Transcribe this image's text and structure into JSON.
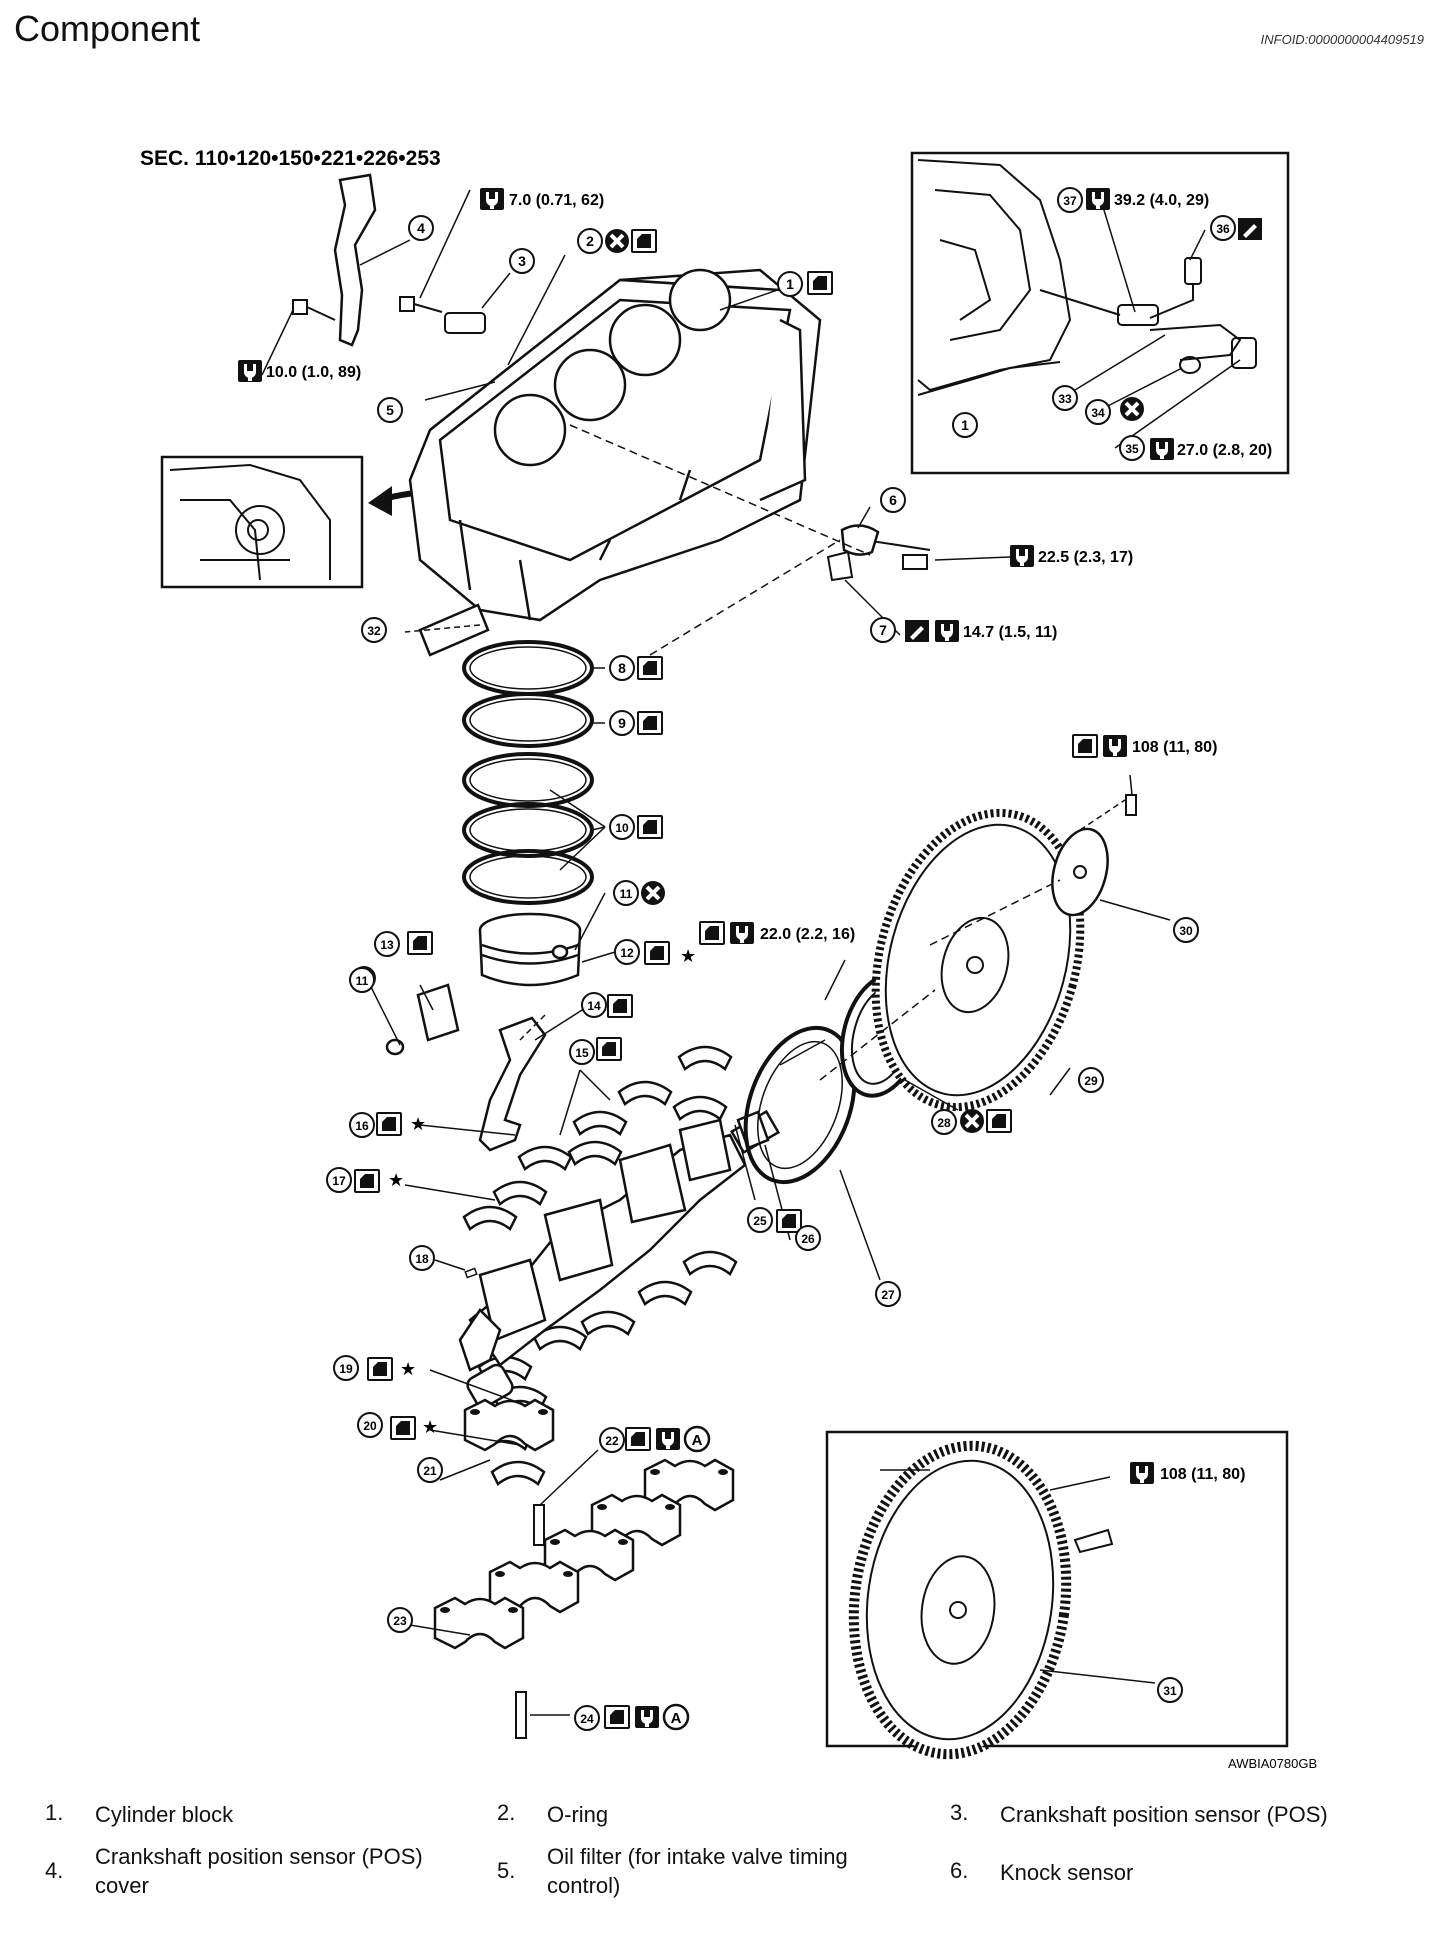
{
  "header": {
    "title": "Component",
    "infoid": "INFOID:0000000004409519"
  },
  "diagram": {
    "section": "SEC. 110•120•150•221•226•253",
    "figure_code": "AWBIA0780GB",
    "torques": {
      "t1": "7.0 (0.71, 62)",
      "t2": "10.0 (1.0, 89)",
      "t3": "39.2 (4.0, 29)",
      "t4": "27.0 (2.8, 20)",
      "t5": "22.5 (2.3, 17)",
      "t6": "14.7 (1.5, 11)",
      "t7": "108 (11, 80)",
      "t8": "22.0 (2.2, 16)",
      "t9": "108 (11, 80)"
    },
    "callouts": [
      "1",
      "2",
      "3",
      "4",
      "5",
      "6",
      "7",
      "8",
      "9",
      "10",
      "11",
      "11",
      "12",
      "13",
      "14",
      "15",
      "16",
      "17",
      "18",
      "19",
      "20",
      "21",
      "22",
      "23",
      "24",
      "25",
      "26",
      "27",
      "28",
      "29",
      "30",
      "31",
      "32",
      "33",
      "34",
      "35",
      "36",
      "37",
      "1"
    ],
    "symbols": {
      "a": "A",
      "star": "★"
    }
  },
  "legend": [
    {
      "num": "1.",
      "text": "Cylinder block"
    },
    {
      "num": "2.",
      "text": "O-ring"
    },
    {
      "num": "3.",
      "text": "Crankshaft position sensor (POS)"
    },
    {
      "num": "4.",
      "text": "Crankshaft position sensor (POS) cover"
    },
    {
      "num": "5.",
      "text": "Oil filter (for intake valve timing control)"
    },
    {
      "num": "6.",
      "text": "Knock sensor"
    }
  ]
}
